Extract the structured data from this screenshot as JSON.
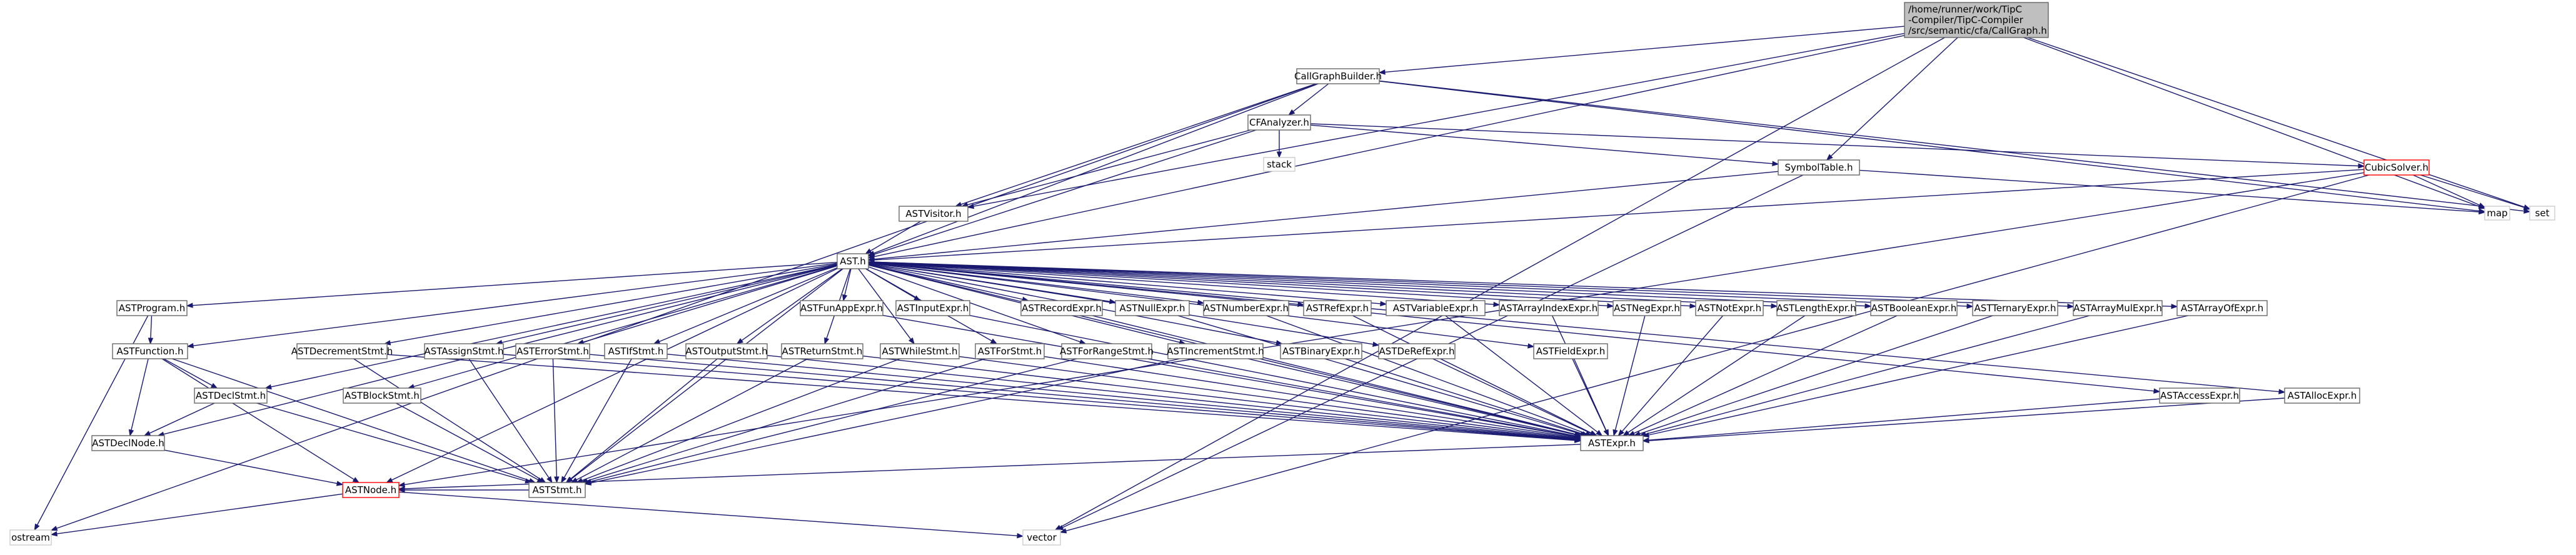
{
  "graph": {
    "root_id": "callgraph",
    "nodes": [
      {
        "id": "callgraph",
        "label": [
          "/home/runner/work/TipC",
          "-Compiler/TipC-Compiler",
          "/src/semantic/cfa/CallGraph.h"
        ],
        "style": "root",
        "interactable": false
      },
      {
        "id": "cgb",
        "label": [
          "CallGraphBuilder.h"
        ],
        "style": "normal",
        "interactable": true
      },
      {
        "id": "cfa",
        "label": [
          "CFAnalyzer.h"
        ],
        "style": "normal",
        "interactable": true
      },
      {
        "id": "stack",
        "label": [
          "stack"
        ],
        "style": "plain",
        "interactable": false
      },
      {
        "id": "symtab",
        "label": [
          "SymbolTable.h"
        ],
        "style": "normal",
        "interactable": true
      },
      {
        "id": "cubic",
        "label": [
          "CubicSolver.h"
        ],
        "style": "red",
        "interactable": true
      },
      {
        "id": "map",
        "label": [
          "map"
        ],
        "style": "plain",
        "interactable": false
      },
      {
        "id": "set",
        "label": [
          "set"
        ],
        "style": "plain",
        "interactable": false
      },
      {
        "id": "astvisitor",
        "label": [
          "ASTVisitor.h"
        ],
        "style": "normal",
        "interactable": true
      },
      {
        "id": "ast",
        "label": [
          "AST.h"
        ],
        "style": "normal",
        "interactable": true
      },
      {
        "id": "astprogram",
        "label": [
          "ASTProgram.h"
        ],
        "style": "normal",
        "interactable": true
      },
      {
        "id": "astfunction",
        "label": [
          "ASTFunction.h"
        ],
        "style": "normal",
        "interactable": true
      },
      {
        "id": "astdeclstmt",
        "label": [
          "ASTDeclStmt.h"
        ],
        "style": "normal",
        "interactable": true
      },
      {
        "id": "astdeclnode",
        "label": [
          "ASTDeclNode.h"
        ],
        "style": "normal",
        "interactable": true
      },
      {
        "id": "astnode",
        "label": [
          "ASTNode.h"
        ],
        "style": "red",
        "interactable": true
      },
      {
        "id": "ostream",
        "label": [
          "ostream"
        ],
        "style": "plain",
        "interactable": false
      },
      {
        "id": "vector",
        "label": [
          "vector"
        ],
        "style": "plain",
        "interactable": false
      },
      {
        "id": "astdecrement",
        "label": [
          "ASTDecrementStmt.h"
        ],
        "style": "normal",
        "interactable": true
      },
      {
        "id": "astblock",
        "label": [
          "ASTBlockStmt.h"
        ],
        "style": "normal",
        "interactable": true
      },
      {
        "id": "astassign",
        "label": [
          "ASTAssignStmt.h"
        ],
        "style": "normal",
        "interactable": true
      },
      {
        "id": "asterror",
        "label": [
          "ASTErrorStmt.h"
        ],
        "style": "normal",
        "interactable": true
      },
      {
        "id": "astif",
        "label": [
          "ASTIfStmt.h"
        ],
        "style": "normal",
        "interactable": true
      },
      {
        "id": "astoutput",
        "label": [
          "ASTOutputStmt.h"
        ],
        "style": "normal",
        "interactable": true
      },
      {
        "id": "astreturn",
        "label": [
          "ASTReturnStmt.h"
        ],
        "style": "normal",
        "interactable": true
      },
      {
        "id": "astwhile",
        "label": [
          "ASTWhileStmt.h"
        ],
        "style": "normal",
        "interactable": true
      },
      {
        "id": "astfor",
        "label": [
          "ASTForStmt.h"
        ],
        "style": "normal",
        "interactable": true
      },
      {
        "id": "astforrange",
        "label": [
          "ASTForRangeStmt.h"
        ],
        "style": "normal",
        "interactable": true
      },
      {
        "id": "astincrement",
        "label": [
          "ASTIncrementStmt.h"
        ],
        "style": "normal",
        "interactable": true
      },
      {
        "id": "astbinary",
        "label": [
          "ASTBinaryExpr.h"
        ],
        "style": "normal",
        "interactable": true
      },
      {
        "id": "astderef",
        "label": [
          "ASTDeRefExpr.h"
        ],
        "style": "normal",
        "interactable": true
      },
      {
        "id": "astfield",
        "label": [
          "ASTFieldExpr.h"
        ],
        "style": "normal",
        "interactable": true
      },
      {
        "id": "astfunapp",
        "label": [
          "ASTFunAppExpr.h"
        ],
        "style": "normal",
        "interactable": true
      },
      {
        "id": "astinput",
        "label": [
          "ASTInputExpr.h"
        ],
        "style": "normal",
        "interactable": true
      },
      {
        "id": "astrecord",
        "label": [
          "ASTRecordExpr.h"
        ],
        "style": "normal",
        "interactable": true
      },
      {
        "id": "astnull",
        "label": [
          "ASTNullExpr.h"
        ],
        "style": "normal",
        "interactable": true
      },
      {
        "id": "astnumber",
        "label": [
          "ASTNumberExpr.h"
        ],
        "style": "normal",
        "interactable": true
      },
      {
        "id": "astref",
        "label": [
          "ASTRefExpr.h"
        ],
        "style": "normal",
        "interactable": true
      },
      {
        "id": "astvariable",
        "label": [
          "ASTVariableExpr.h"
        ],
        "style": "normal",
        "interactable": true
      },
      {
        "id": "astarrayindex",
        "label": [
          "ASTArrayIndexExpr.h"
        ],
        "style": "normal",
        "interactable": true
      },
      {
        "id": "astneg",
        "label": [
          "ASTNegExpr.h"
        ],
        "style": "normal",
        "interactable": true
      },
      {
        "id": "astnot",
        "label": [
          "ASTNotExpr.h"
        ],
        "style": "normal",
        "interactable": true
      },
      {
        "id": "astlength",
        "label": [
          "ASTLengthExpr.h"
        ],
        "style": "normal",
        "interactable": true
      },
      {
        "id": "astboolean",
        "label": [
          "ASTBooleanExpr.h"
        ],
        "style": "normal",
        "interactable": true
      },
      {
        "id": "astternary",
        "label": [
          "ASTTernaryExpr.h"
        ],
        "style": "normal",
        "interactable": true
      },
      {
        "id": "astarraymul",
        "label": [
          "ASTArrayMulExpr.h"
        ],
        "style": "normal",
        "interactable": true
      },
      {
        "id": "astarrayof",
        "label": [
          "ASTArrayOfExpr.h"
        ],
        "style": "normal",
        "interactable": true
      },
      {
        "id": "astaccess",
        "label": [
          "ASTAccessExpr.h"
        ],
        "style": "normal",
        "interactable": true
      },
      {
        "id": "astalloc",
        "label": [
          "ASTAllocExpr.h"
        ],
        "style": "normal",
        "interactable": true
      },
      {
        "id": "astexpr",
        "label": [
          "ASTExpr.h"
        ],
        "style": "normal",
        "interactable": true
      },
      {
        "id": "aststmt",
        "label": [
          "ASTStmt.h"
        ],
        "style": "normal",
        "interactable": true
      }
    ],
    "edges": [
      [
        "callgraph",
        "cgb"
      ],
      [
        "callgraph",
        "astvisitor"
      ],
      [
        "callgraph",
        "ast"
      ],
      [
        "callgraph",
        "symtab"
      ],
      [
        "callgraph",
        "map"
      ],
      [
        "callgraph",
        "set"
      ],
      [
        "callgraph",
        "vector"
      ],
      [
        "cgb",
        "cfa"
      ],
      [
        "cgb",
        "ostream"
      ],
      [
        "cgb",
        "astvisitor"
      ],
      [
        "cgb",
        "ast"
      ],
      [
        "cgb",
        "map"
      ],
      [
        "cgb",
        "set"
      ],
      [
        "cfa",
        "stack"
      ],
      [
        "cfa",
        "ast"
      ],
      [
        "cfa",
        "astvisitor"
      ],
      [
        "cfa",
        "symtab"
      ],
      [
        "cfa",
        "cubic"
      ],
      [
        "symtab",
        "ast"
      ],
      [
        "symtab",
        "map"
      ],
      [
        "symtab",
        "vector"
      ],
      [
        "cubic",
        "ast"
      ],
      [
        "cubic",
        "map"
      ],
      [
        "cubic",
        "set"
      ],
      [
        "cubic",
        "vector"
      ],
      [
        "cubic",
        "astnode"
      ],
      [
        "astvisitor",
        "ast"
      ],
      [
        "ast",
        "astprogram"
      ],
      [
        "ast",
        "astfunction"
      ],
      [
        "ast",
        "astdeclstmt"
      ],
      [
        "ast",
        "astdeclnode"
      ],
      [
        "ast",
        "astnode"
      ],
      [
        "ast",
        "aststmt"
      ],
      [
        "ast",
        "astexpr"
      ],
      [
        "ast",
        "astdecrement"
      ],
      [
        "ast",
        "astblock"
      ],
      [
        "ast",
        "astassign"
      ],
      [
        "ast",
        "asterror"
      ],
      [
        "ast",
        "astif"
      ],
      [
        "ast",
        "astoutput"
      ],
      [
        "ast",
        "astreturn"
      ],
      [
        "ast",
        "astwhile"
      ],
      [
        "ast",
        "astfor"
      ],
      [
        "ast",
        "astforrange"
      ],
      [
        "ast",
        "astincrement"
      ],
      [
        "ast",
        "astbinary"
      ],
      [
        "ast",
        "astderef"
      ],
      [
        "ast",
        "astfield"
      ],
      [
        "ast",
        "astfunapp"
      ],
      [
        "ast",
        "astinput"
      ],
      [
        "ast",
        "astrecord"
      ],
      [
        "ast",
        "astnull"
      ],
      [
        "ast",
        "astnumber"
      ],
      [
        "ast",
        "astref"
      ],
      [
        "ast",
        "astvariable"
      ],
      [
        "ast",
        "astarrayindex"
      ],
      [
        "ast",
        "astneg"
      ],
      [
        "ast",
        "astnot"
      ],
      [
        "ast",
        "astlength"
      ],
      [
        "ast",
        "astboolean"
      ],
      [
        "ast",
        "astternary"
      ],
      [
        "ast",
        "astarraymul"
      ],
      [
        "ast",
        "astarrayof"
      ],
      [
        "ast",
        "astaccess"
      ],
      [
        "ast",
        "astalloc"
      ],
      [
        "astprogram",
        "astfunction"
      ],
      [
        "astprogram",
        "ostream"
      ],
      [
        "astfunction",
        "astdeclstmt"
      ],
      [
        "astfunction",
        "astdeclnode"
      ],
      [
        "astfunction",
        "aststmt"
      ],
      [
        "astfunction",
        "astnode"
      ],
      [
        "astdeclstmt",
        "astdeclnode"
      ],
      [
        "astdeclstmt",
        "aststmt"
      ],
      [
        "astdeclnode",
        "astnode"
      ],
      [
        "astdecrement",
        "aststmt"
      ],
      [
        "astdecrement",
        "astexpr"
      ],
      [
        "astblock",
        "aststmt"
      ],
      [
        "astassign",
        "aststmt"
      ],
      [
        "astassign",
        "astexpr"
      ],
      [
        "asterror",
        "aststmt"
      ],
      [
        "asterror",
        "astexpr"
      ],
      [
        "astif",
        "aststmt"
      ],
      [
        "astif",
        "astexpr"
      ],
      [
        "astoutput",
        "aststmt"
      ],
      [
        "astoutput",
        "astexpr"
      ],
      [
        "astreturn",
        "aststmt"
      ],
      [
        "astreturn",
        "astexpr"
      ],
      [
        "astwhile",
        "aststmt"
      ],
      [
        "astwhile",
        "astexpr"
      ],
      [
        "astfor",
        "aststmt"
      ],
      [
        "astfor",
        "astexpr"
      ],
      [
        "astforrange",
        "aststmt"
      ],
      [
        "astforrange",
        "astexpr"
      ],
      [
        "astincrement",
        "aststmt"
      ],
      [
        "astincrement",
        "astexpr"
      ],
      [
        "astbinary",
        "astexpr"
      ],
      [
        "astderef",
        "astexpr"
      ],
      [
        "astfield",
        "astexpr"
      ],
      [
        "astfunapp",
        "astexpr"
      ],
      [
        "astinput",
        "astexpr"
      ],
      [
        "astrecord",
        "astexpr"
      ],
      [
        "astnull",
        "astexpr"
      ],
      [
        "astnumber",
        "astexpr"
      ],
      [
        "astref",
        "astexpr"
      ],
      [
        "astvariable",
        "astexpr"
      ],
      [
        "astarrayindex",
        "astexpr"
      ],
      [
        "astneg",
        "astexpr"
      ],
      [
        "astnot",
        "astexpr"
      ],
      [
        "astlength",
        "astexpr"
      ],
      [
        "astboolean",
        "astexpr"
      ],
      [
        "astternary",
        "astexpr"
      ],
      [
        "astarraymul",
        "astexpr"
      ],
      [
        "astarrayof",
        "astexpr"
      ],
      [
        "astaccess",
        "astexpr"
      ],
      [
        "astalloc",
        "astexpr"
      ],
      [
        "astexpr",
        "astnode"
      ],
      [
        "aststmt",
        "astnode"
      ],
      [
        "astnode",
        "ostream"
      ],
      [
        "astnode",
        "vector"
      ]
    ]
  },
  "colors": {
    "edge": "#191970",
    "root_fill": "#bfbfbf",
    "node_border": "#666666",
    "plain_border": "#cccccc",
    "red_border": "#ff0000"
  }
}
